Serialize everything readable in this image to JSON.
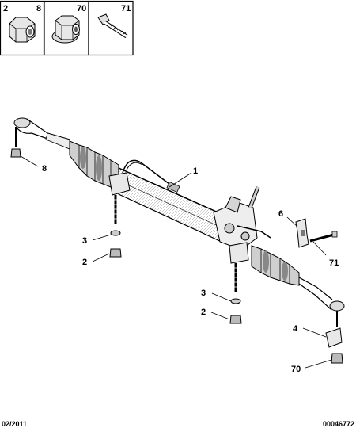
{
  "legend": [
    {
      "ref": "2",
      "alt": "8",
      "icon": "nut-icon"
    },
    {
      "ref": "70",
      "icon": "flanged-nut-icon"
    },
    {
      "ref": "71",
      "icon": "bolt-icon"
    }
  ],
  "callouts": [
    "8",
    "1",
    "3",
    "2",
    "6",
    "71",
    "3",
    "2",
    "4",
    "70"
  ],
  "footer": {
    "date": "02/2011",
    "ref": "00046772"
  }
}
